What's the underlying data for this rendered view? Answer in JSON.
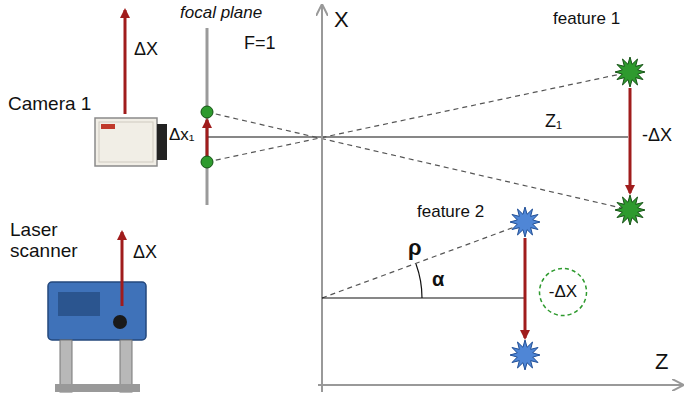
{
  "diagram": {
    "nodes": [
      {
        "text": [
          "-ΔX"
        ]
      }
    ],
    "labels": [
      "focal plane",
      "Camera 1",
      "ΔX",
      "F=1",
      "Δx₁",
      "X",
      "feature 1",
      "Z₁",
      "-ΔX",
      "Laser scanner",
      "ΔX",
      "feature 2",
      "ρ",
      "α",
      "Z"
    ]
  }
}
